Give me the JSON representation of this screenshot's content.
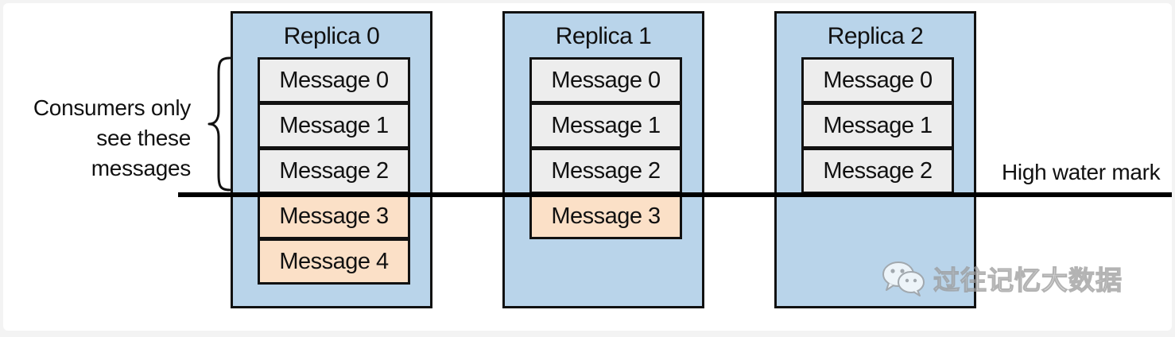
{
  "consumers_label": {
    "line1": "Consumers only",
    "line2": "see these messages"
  },
  "high_water_mark_label": "High water mark",
  "replicas": [
    {
      "title": "Replica 0",
      "messages": [
        "Message 0",
        "Message 1",
        "Message 2",
        "Message 3",
        "Message 4"
      ]
    },
    {
      "title": "Replica 1",
      "messages": [
        "Message 0",
        "Message 1",
        "Message 2",
        "Message 3"
      ]
    },
    {
      "title": "Replica 2",
      "messages": [
        "Message 0",
        "Message 1",
        "Message 2"
      ]
    }
  ],
  "committed_message_count": 3,
  "colors": {
    "replica_fill": "#b9d4ea",
    "committed_fill": "#ededed",
    "uncommitted_fill": "#fbe0c7",
    "stroke": "#111111"
  },
  "watermark": {
    "icon": "wechat-icon",
    "text": "过往记忆大数据"
  }
}
